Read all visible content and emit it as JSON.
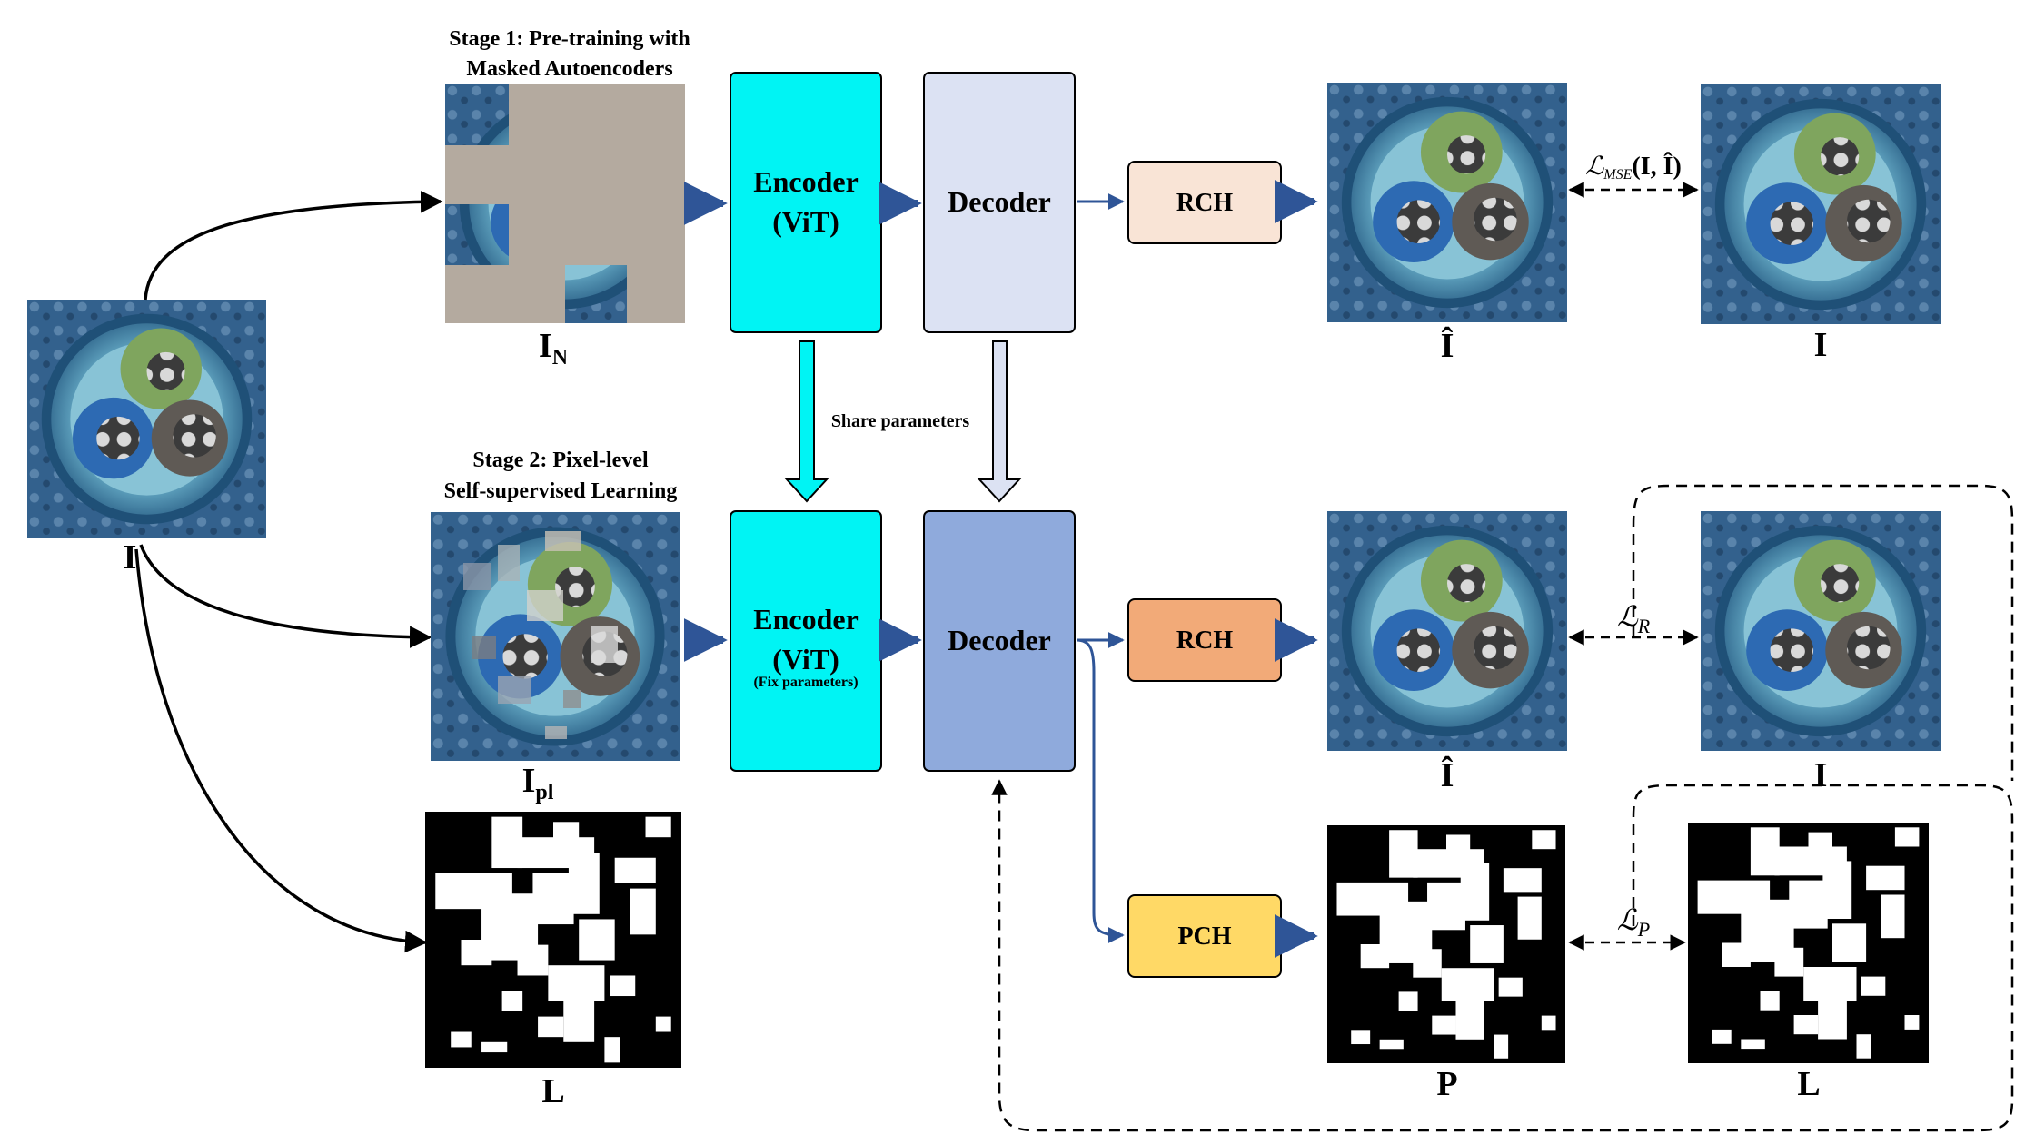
{
  "stage1": {
    "title_line1": "Stage 1: Pre-training with",
    "title_line2": "Masked Autoencoders"
  },
  "stage2": {
    "title_line1": "Stage 2: Pixel-level",
    "title_line2": "Self-supervised Learning"
  },
  "encoder_top": {
    "line1": "Encoder",
    "line2": "(ViT)"
  },
  "encoder_bottom": {
    "line1": "Encoder",
    "line2": "(ViT)",
    "note": "(Fix parameters)"
  },
  "decoder_top": {
    "label": "Decoder"
  },
  "decoder_bottom": {
    "label": "Decoder"
  },
  "share_params": "Share parameters",
  "heads": {
    "rch_top": "RCH",
    "rch_bottom": "RCH",
    "pch": "PCH"
  },
  "labels": {
    "input_I": "I",
    "masked_IN_main": "I",
    "masked_IN_sub": "N",
    "top_recon": "Î",
    "top_target": "I",
    "pl_main": "I",
    "pl_sub": "pl",
    "mask_L": "L",
    "bottom_recon": "Î",
    "bottom_target": "I",
    "pred_P": "P",
    "gt_L": "L"
  },
  "losses": {
    "mse_prefix": "ℒ",
    "mse_sub": "MSE",
    "mse_args": "(I, Î)",
    "lr_main": "ℒ",
    "lr_sub": "R",
    "lp_main": "ℒ",
    "lp_sub": "P"
  },
  "colors": {
    "encoder": "#00f4f4",
    "decoder_top": "#dce2f3",
    "decoder_bottom": "#8faadc",
    "rch_top": "#f9e4d6",
    "rch_bottom": "#f2aa78",
    "pch": "#ffd966",
    "arrow_blue": "#2f5597",
    "mask_gray": "#b4aa9f"
  }
}
